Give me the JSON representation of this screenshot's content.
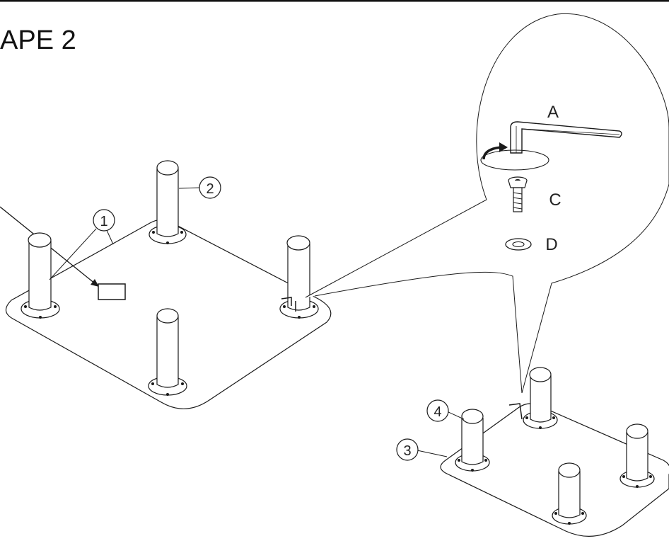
{
  "step": {
    "title": "APE 2"
  },
  "parts": {
    "p1": "1",
    "p2": "2",
    "p3": "3",
    "p4": "4",
    "pA": "A",
    "pC": "C",
    "pD": "D"
  },
  "colors": {
    "line": "#1a1a1a",
    "background": "#ffffff"
  }
}
